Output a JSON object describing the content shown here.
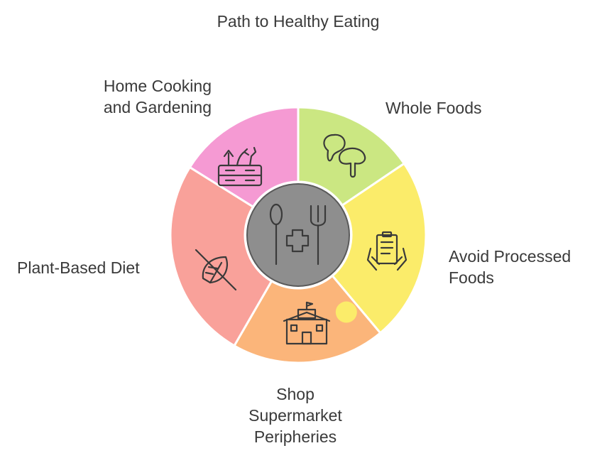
{
  "title": "Path to Healthy Eating",
  "segments": [
    {
      "id": "home",
      "label_lines": [
        "Home Cooking",
        "and Gardening"
      ],
      "color": "#f59ad3",
      "icon": "harvest-crate-icon"
    },
    {
      "id": "whole",
      "label_lines": [
        "Whole Foods"
      ],
      "color": "#cbe782",
      "icon": "mushroom-icon"
    },
    {
      "id": "avoid",
      "label_lines": [
        "Avoid Processed",
        "Foods"
      ],
      "color": "#fbec6a",
      "icon": "reading-label-icon"
    },
    {
      "id": "shop",
      "label_lines": [
        "Shop",
        "Supermarket",
        "Peripheries"
      ],
      "color": "#fbb57a",
      "icon": "supermarket-building-icon"
    },
    {
      "id": "plant",
      "label_lines": [
        "Plant-Based Diet"
      ],
      "color": "#f9a19a",
      "icon": "no-meat-leaf-icon"
    }
  ],
  "center": {
    "color": "#8e8e8e",
    "icon": "spoon-fork-health-cross-icon"
  }
}
